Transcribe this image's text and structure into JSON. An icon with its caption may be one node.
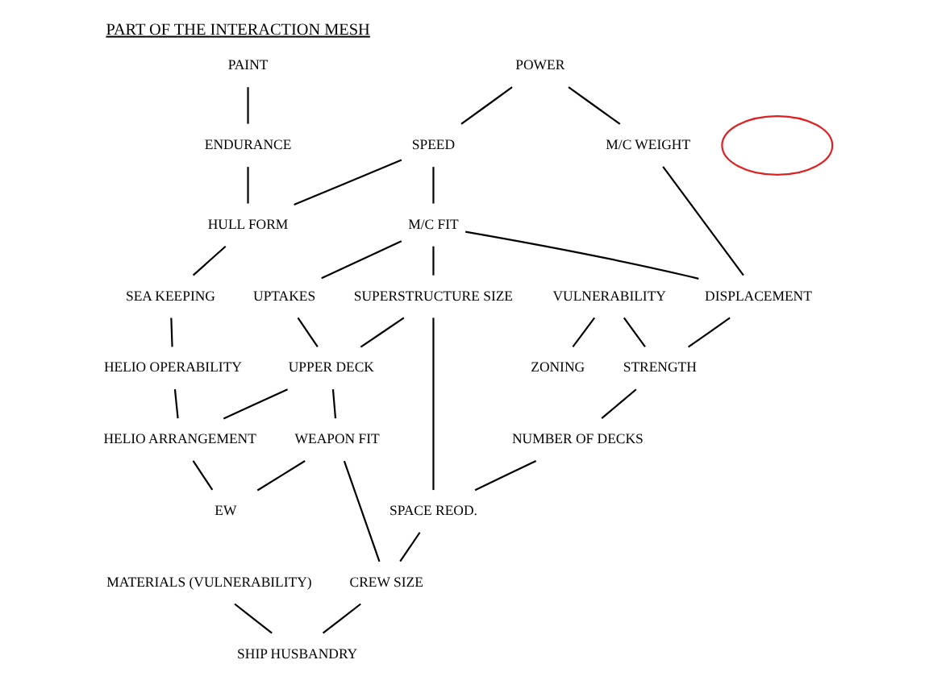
{
  "diagram": {
    "title": "PART OF THE INTERACTION MESH",
    "nodes": [
      {
        "text": [
          "PAINT"
        ]
      },
      {
        "text": [
          "POWER"
        ]
      },
      {
        "text": [
          "ENDURANCE"
        ]
      },
      {
        "text": [
          "SPEED"
        ]
      },
      {
        "text": [],
        "shape": "circle"
      },
      {
        "text": [
          "M/C WEIGHT"
        ]
      },
      {
        "text": [
          "HULL FORM"
        ]
      },
      {
        "text": [
          "M/C FIT"
        ]
      },
      {
        "text": [
          "DISPLACEMENT"
        ]
      },
      {
        "text": [
          "VULNERABILITY"
        ]
      },
      {
        "text": [
          "SEA KEEPING"
        ]
      },
      {
        "text": [
          "UPTAKES"
        ]
      },
      {
        "text": [
          "SUPERSTRUCTURE SIZE"
        ]
      },
      {
        "text": [
          "STRENGTH"
        ]
      },
      {
        "text": [
          "ZONING"
        ]
      },
      {
        "text": [
          "NUMBER OF DECKS"
        ]
      },
      {
        "text": [
          "HELIO OPERABILITY"
        ]
      },
      {
        "text": [
          "UPPER DECK"
        ]
      },
      {
        "text": [
          "SPACE REOD."
        ]
      },
      {
        "text": [
          "HELIO ARRANGEMENT"
        ]
      },
      {
        "text": [
          "WEAPON FIT"
        ]
      },
      {
        "text": [
          "CREW SIZE"
        ]
      },
      {
        "text": [
          "MATERIALS (VULNERABILITY)"
        ]
      },
      {
        "text": [
          "SHIP HUSBANDRY"
        ]
      },
      {
        "text": [
          "EW"
        ]
      }
    ],
    "edges": [
      {
        "from": 0,
        "to": 2,
        "arrow": "none"
      },
      {
        "from": 1,
        "to": 3,
        "arrow": "none"
      },
      {
        "from": 1,
        "to": 5,
        "arrow": "none"
      },
      {
        "from": 2,
        "to": 6,
        "arrow": "none"
      },
      {
        "from": 3,
        "to": 6,
        "arrow": "none"
      },
      {
        "from": 3,
        "to": 7,
        "arrow": "none"
      },
      {
        "from": 5,
        "to": 8,
        "arrow": "none"
      },
      {
        "from": 7,
        "to": 8,
        "arrow": "none"
      },
      {
        "from": 6,
        "to": 10,
        "arrow": "none"
      },
      {
        "from": 7,
        "to": 11,
        "arrow": "none"
      },
      {
        "from": 7,
        "to": 12,
        "arrow": "none"
      },
      {
        "from": 8,
        "to": 13,
        "arrow": "none"
      },
      {
        "from": 9,
        "to": 13,
        "arrow": "none"
      },
      {
        "from": 9,
        "to": 14,
        "arrow": "none"
      },
      {
        "from": 13,
        "to": 15,
        "arrow": "none"
      },
      {
        "from": 10,
        "to": 16,
        "arrow": "none"
      },
      {
        "from": 11,
        "to": 17,
        "arrow": "none"
      },
      {
        "from": 12,
        "to": 17,
        "arrow": "none"
      },
      {
        "from": 12,
        "to": 18,
        "arrow": "none"
      },
      {
        "from": 15,
        "to": 18,
        "arrow": "none"
      },
      {
        "from": 16,
        "to": 19,
        "arrow": "none"
      },
      {
        "from": 17,
        "to": 19,
        "arrow": "none"
      },
      {
        "from": 17,
        "to": 20,
        "arrow": "none"
      },
      {
        "from": 18,
        "to": 21,
        "arrow": "none"
      },
      {
        "from": 20,
        "to": 21,
        "arrow": "none"
      },
      {
        "from": 19,
        "to": 24,
        "arrow": "none"
      },
      {
        "from": 20,
        "to": 24,
        "arrow": "none"
      },
      {
        "from": 21,
        "to": 23,
        "arrow": "none"
      },
      {
        "from": 22,
        "to": 23,
        "arrow": "none"
      }
    ]
  }
}
